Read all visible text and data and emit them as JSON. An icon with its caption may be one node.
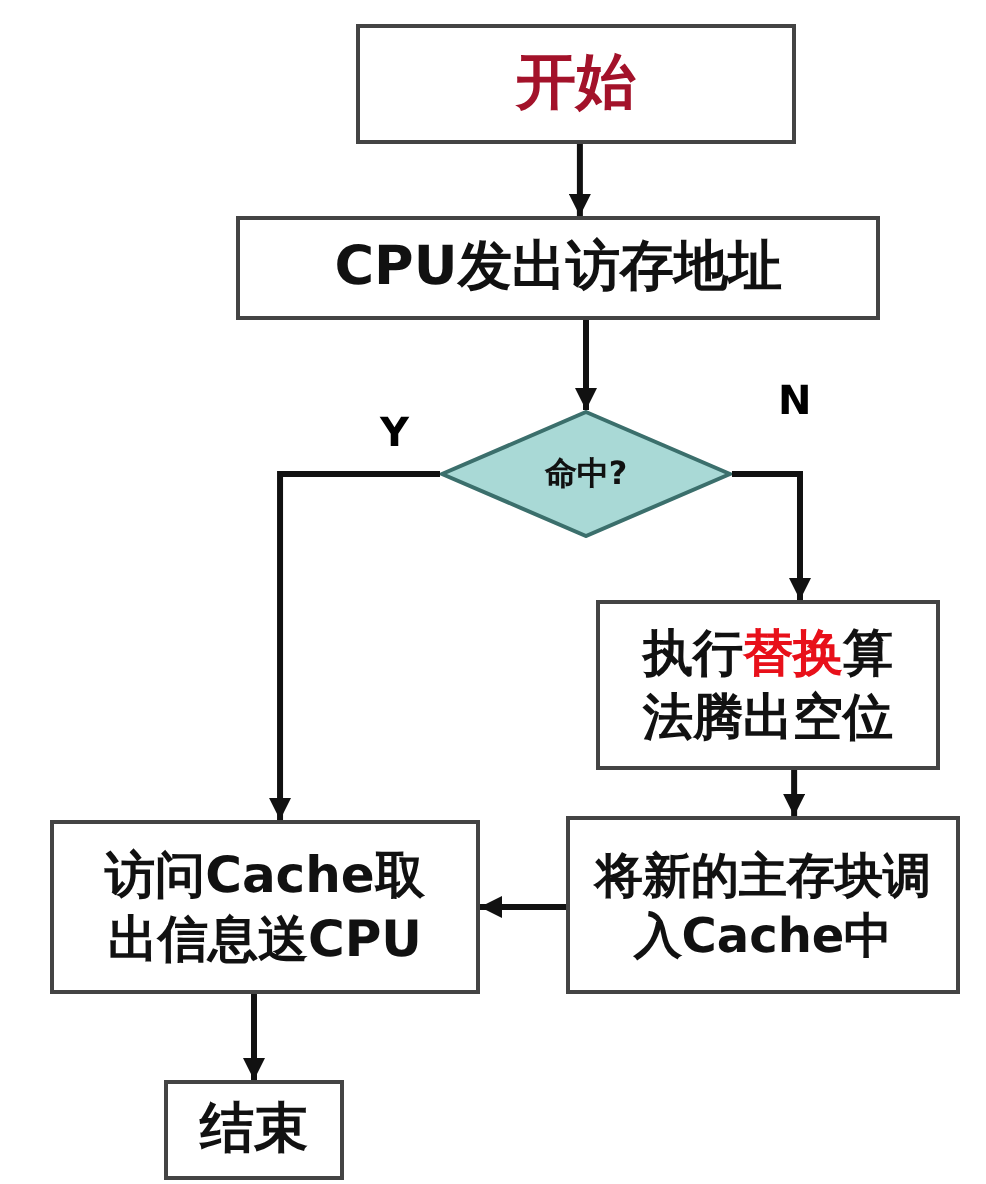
{
  "diagram": {
    "nodes": [
      {
        "text": [
          "开始"
        ]
      },
      {
        "text": [
          "CPU发出访存地址"
        ]
      },
      {
        "text": [
          "命中?"
        ]
      },
      {
        "text": [
          "执行**替换**算法腾出空位"
        ]
      },
      {
        "text": [
          "将新的主存块调入Cache中"
        ]
      },
      {
        "text": [
          "访问Cache取出信息送CPU"
        ]
      },
      {
        "text": [
          "结束"
        ]
      }
    ],
    "edges": [
      {
        "from": 0,
        "to": 1,
        "arrow": "to"
      },
      {
        "from": 1,
        "to": 2,
        "arrow": "to"
      },
      {
        "from": 2,
        "to": 5,
        "arrow": "to",
        "label": "Y"
      },
      {
        "from": 2,
        "to": 3,
        "arrow": "to",
        "label": "N"
      },
      {
        "from": 3,
        "to": 4,
        "arrow": "to"
      },
      {
        "from": 4,
        "to": 5,
        "arrow": "to"
      },
      {
        "from": 5,
        "to": 6,
        "arrow": "to"
      }
    ]
  }
}
